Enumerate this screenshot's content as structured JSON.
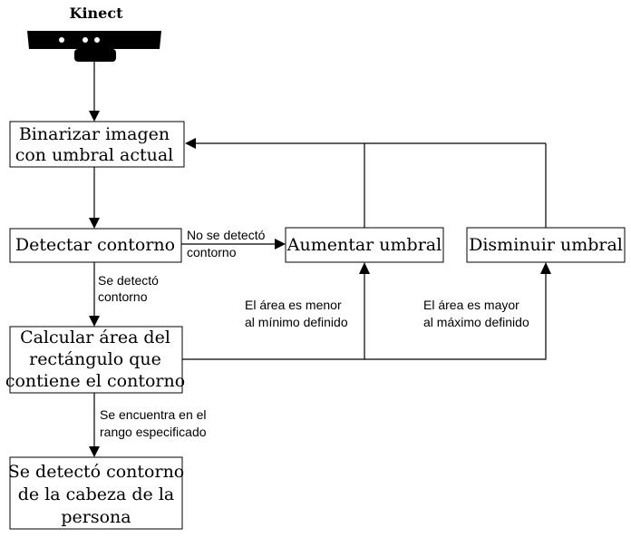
{
  "device": {
    "name": "Kinect"
  },
  "nodes": {
    "binarize": {
      "line1": "Binarizar imagen",
      "line2": "con umbral actual"
    },
    "detect": {
      "label": "Detectar contorno"
    },
    "increase": {
      "label": "Aumentar umbral"
    },
    "decrease": {
      "label": "Disminuir umbral"
    },
    "calculate": {
      "line1": "Calcular área del",
      "line2": "rectángulo que",
      "line3": "contiene el contorno"
    },
    "result": {
      "line1": "Se detectó contorno",
      "line2": "de la cabeza de la",
      "line3": "persona"
    }
  },
  "edges": {
    "not_detected": {
      "line1": "No se detectó",
      "line2": "contorno"
    },
    "detected": {
      "line1": "Se detectó",
      "line2": "contorno"
    },
    "area_less": {
      "line1": "El área es menor",
      "line2": "al mínimo definido"
    },
    "area_greater": {
      "line1": "El área es mayor",
      "line2": "al máximo definido"
    },
    "in_range": {
      "line1": "Se encuentra en el",
      "line2": "rango especificado"
    }
  }
}
